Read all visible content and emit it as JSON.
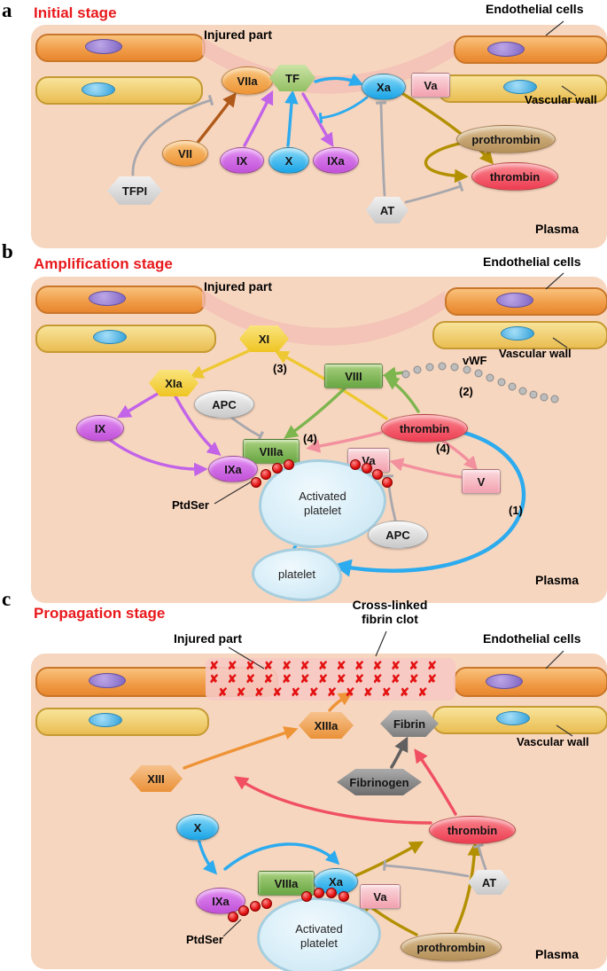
{
  "palette": {
    "title_red": "#e8191c",
    "plasma_bg": "#f7d6bf",
    "clot_red": "#e41313",
    "thrombin_red": "#ed3b51",
    "factor_blue": "#18a3e6"
  },
  "a": {
    "index": "a",
    "title": "Initial stage",
    "labels": {
      "endothelial": "Endothelial cells",
      "injured": "Injured part",
      "vascular": "Vascular wall",
      "plasma": "Plasma"
    },
    "nodes": {
      "viia": "VIIa",
      "tf": "TF",
      "xa": "Xa",
      "va": "Va",
      "vii": "VII",
      "ix": "IX",
      "x": "X",
      "ixa": "IXa",
      "tfpi": "TFPI",
      "at": "AT",
      "prothrombin": "prothrombin",
      "thrombin": "thrombin"
    }
  },
  "b": {
    "index": "b",
    "title": "Amplification stage",
    "labels": {
      "endothelial": "Endothelial cells",
      "injured": "Injured part",
      "vascular": "Vascular wall",
      "plasma": "Plasma",
      "vwf": "vWF",
      "ptdser": "PtdSer"
    },
    "nodes": {
      "xi": "XI",
      "xia": "XIa",
      "viii": "VIII",
      "apc_top": "APC",
      "ix": "IX",
      "ixa": "IXa",
      "viiia": "VIIIa",
      "va": "Va",
      "v": "V",
      "thrombin": "thrombin",
      "apc_bottom": "APC",
      "activated_platelet": "Activated platelet",
      "platelet": "platelet"
    },
    "steps": {
      "s1": "(1)",
      "s2": "(2)",
      "s3": "(3)",
      "s4_left": "(4)",
      "s4_right": "(4)"
    }
  },
  "c": {
    "index": "c",
    "title": "Propagation stage",
    "labels": {
      "clot_line1": "Cross-linked",
      "clot_line2": "fibrin clot",
      "injured": "Injured part",
      "endothelial": "Endothelial cells",
      "vascular": "Vascular wall",
      "plasma": "Plasma",
      "ptdser": "PtdSer"
    },
    "nodes": {
      "xiiia": "XIIIa",
      "fibrin": "Fibrin",
      "xiii": "XIII",
      "fibrinogen": "Fibrinogen",
      "x": "X",
      "thrombin": "thrombin",
      "at": "AT",
      "ixa": "IXa",
      "viiia": "VIIIa",
      "xa": "Xa",
      "va": "Va",
      "activated_platelet": "Activated platelet",
      "prothrombin": "prothrombin"
    },
    "clot_rows": [
      "✘ ✘ ✘ ✘ ✘ ✘ ✘ ✘ ✘ ✘ ✘ ✘ ✘",
      "✘ ✘ ✘ ✘ ✘ ✘ ✘ ✘ ✘ ✘ ✘ ✘ ✘",
      "✘ ✘ ✘ ✘ ✘ ✘ ✘ ✘ ✘ ✘ ✘ ✘"
    ]
  }
}
